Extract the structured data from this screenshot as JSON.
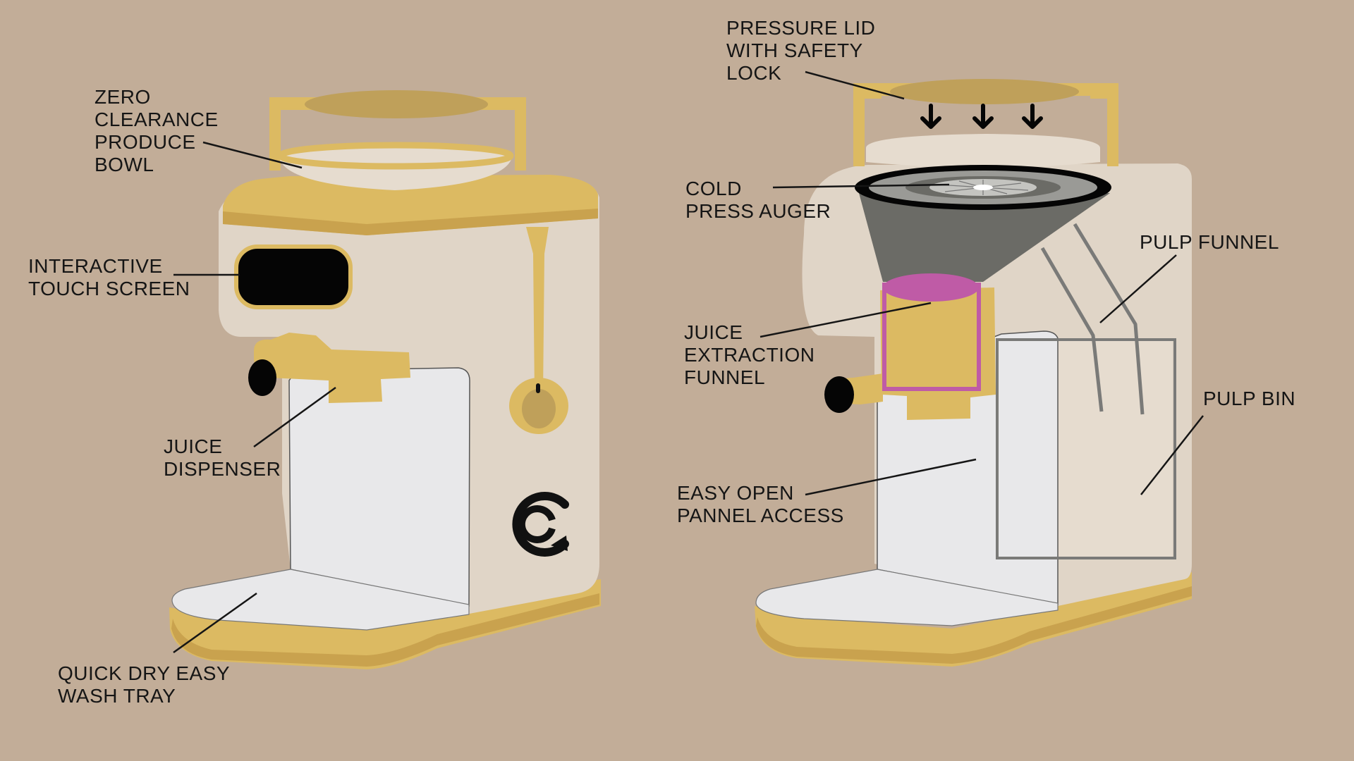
{
  "colors": {
    "background": "#C2AD98",
    "body_cream": "#E0D5C7",
    "body_cream_light": "#E6DCCF",
    "gold": "#DCBA62",
    "gold_dark": "#BFA05A",
    "panel_white": "#E8E8EA",
    "screen_black": "#050505",
    "funnel_grey": "#6B6B66",
    "juice_magenta": "#BF5BA6",
    "outline_grey": "#7A7A78"
  },
  "labels": {
    "produce_bowl": "ZERO\nCLEARANCE\nPRODUCE\nBOWL",
    "touch_screen": "INTERACTIVE\nTOUCH SCREEN",
    "juice_dispenser": "JUICE\nDISPENSER",
    "wash_tray": "QUICK DRY EASY\nWASH TRAY",
    "pressure_lid": "PRESSURE LID\nWITH SAFETY\nLOCK",
    "cold_press_auger": "COLD\nPRESS AUGER",
    "pulp_funnel": "PULP FUNNEL",
    "juice_extraction_funnel": "JUICE\nEXTRACTION\nFUNNEL",
    "pulp_bin": "PULP BIN",
    "panel_access": "EASY OPEN\nPANNEL ACCESS"
  },
  "icons": {
    "logo": "co-brand-logo",
    "arrows": "arrow-down-icon"
  }
}
